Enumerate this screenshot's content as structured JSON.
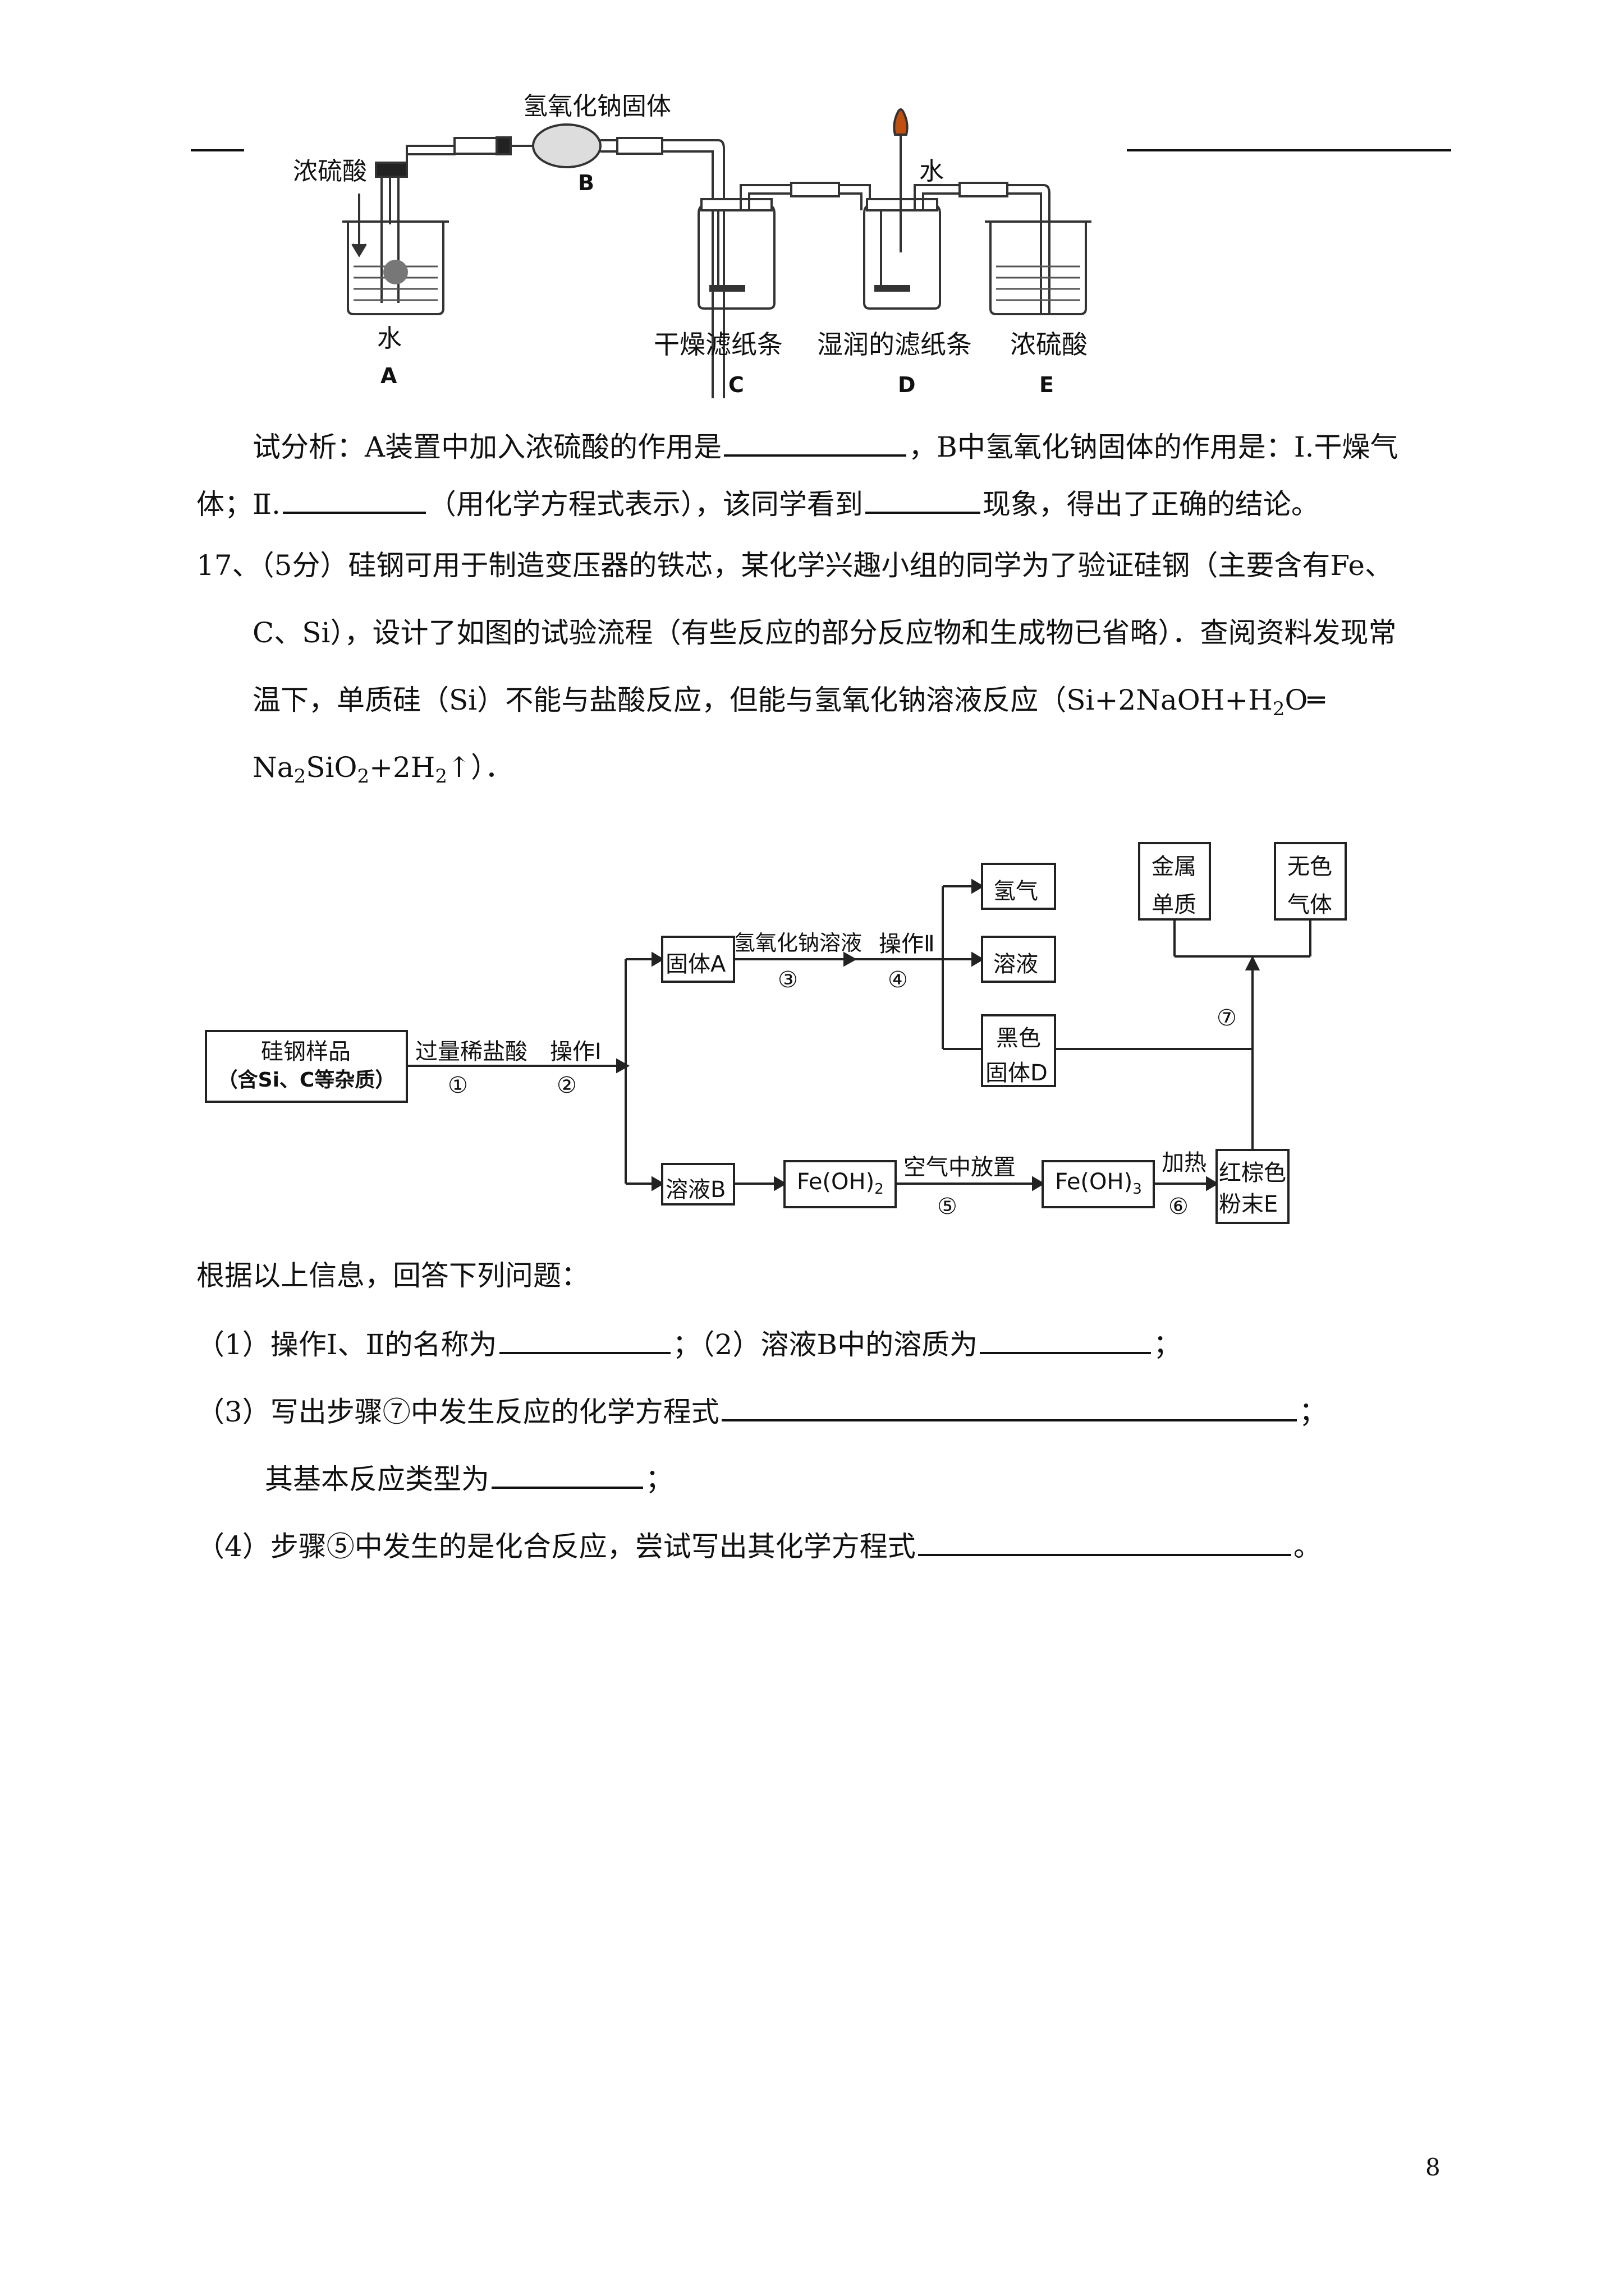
{
  "apparatus": {
    "label_naoh_solid": "氢氧化钠固体",
    "label_conc_h2so4_left": "浓硫酸",
    "label_water_left": "水",
    "label_water_right": "水",
    "label_dry_paper": "干燥滤纸条",
    "label_wet_paper": "湿润的滤纸条",
    "label_conc_h2so4_right": "浓硫酸",
    "letter_a": "A",
    "letter_b": "B",
    "letter_c": "C",
    "letter_d": "D",
    "letter_e": "E"
  },
  "q16": {
    "line1_a": "试分析：A装置中加入浓硫酸的作用是",
    "line1_b": "，B中氢氧化钠固体的作用是：Ⅰ.干燥气",
    "line2_a": "体；Ⅱ.",
    "line2_b": "（用化学方程式表示），该同学看到",
    "line2_c": "现象，得出了正确的结论。"
  },
  "q17": {
    "intro_line1": "17、（5分）硅钢可用于制造变压器的铁芯，某化学兴趣小组的同学为了验证硅钢（主要含有Fe、",
    "intro_line2": "C、Si），设计了如图的试验流程（有些反应的部分反应物和生成物已省略）．查阅资料发现常",
    "intro_line3": "温下，单质硅（Si）不能与盐酸反应，但能与氢氧化钠溶液反应（Si+2NaOH+H",
    "intro_line3_sub": "2",
    "intro_line3_end": "O═",
    "intro_line4_a": "Na",
    "intro_line4_sub1": "2",
    "intro_line4_b": "SiO",
    "intro_line4_sub2": "2",
    "intro_line4_c": "+2H",
    "intro_line4_sub3": "2",
    "intro_line4_d": "↑）．",
    "prompt": "根据以上信息，回答下列问题：",
    "q1_a": "（1）操作Ⅰ、Ⅱ的名称为",
    "q1_b": "；（2）溶液B中的溶质为",
    "q1_c": "；",
    "q3_a": "（3）写出步骤⑦中发生反应的化学方程式",
    "q3_b": "；",
    "q3_line2_a": "其基本反应类型为",
    "q3_line2_b": "；",
    "q4_a": "（4）步骤⑤中发生的是化合反应，尝试写出其化学方程式",
    "q4_b": "。"
  },
  "flow": {
    "sample_line1": "硅钢样品",
    "sample_line2": "（含Si、C等杂质）",
    "excess_hcl": "过量稀盐酸",
    "step1": "①",
    "op1": "操作Ⅰ",
    "step2": "②",
    "solid_a": "固体A",
    "naoh_solution": "氢氧化钠溶液",
    "step3": "③",
    "op2": "操作Ⅱ",
    "step4": "④",
    "hydrogen": "氢气",
    "solution": "溶液",
    "black_solid_line1": "黑色",
    "black_solid_line2": "固体D",
    "metal_line1": "金属",
    "metal_line2": "单质",
    "colorless_line1": "无色",
    "colorless_line2": "气体",
    "step7": "⑦",
    "solution_b": "溶液B",
    "feoh2": "Fe(OH)",
    "feoh2_sub": "2",
    "air_standing": "空气中放置",
    "step5": "⑤",
    "feoh3": "Fe(OH)",
    "feoh3_sub": "3",
    "heating": "加热",
    "step6": "⑥",
    "red_brown_line1": "红棕色",
    "red_brown_line2": "粉末E"
  },
  "page_number": "8"
}
